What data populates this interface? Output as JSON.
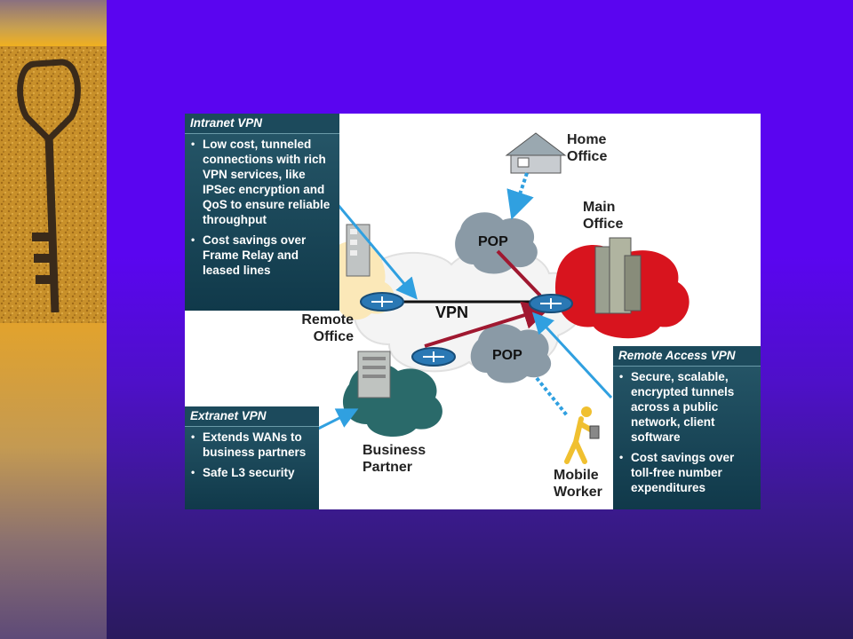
{
  "diagram": {
    "intranet": {
      "title": "Intranet VPN",
      "bullets": [
        "Low cost, tunneled connections with rich VPN services, like IPSec encryption and QoS to ensure reliable throughput",
        "Cost savings over Frame Relay and leased lines"
      ]
    },
    "extranet": {
      "title": "Extranet VPN",
      "bullets": [
        "Extends WANs to business partners",
        "Safe L3 security"
      ]
    },
    "remote_access": {
      "title": "Remote Access VPN",
      "bullets": [
        "Secure, scalable, encrypted tunnels across a public network, client software",
        "Cost savings over toll-free number expenditures"
      ]
    },
    "labels": {
      "home_office": "Home Office",
      "main_office": "Main Office",
      "remote_office": "Remote Office",
      "business_partner": "Business Partner",
      "mobile_worker": "Mobile Worker",
      "vpn": "VPN",
      "pop_top": "POP",
      "pop_bottom": "POP"
    }
  },
  "colors": {
    "background": "#5a05f0",
    "panel": "#1c4a5c",
    "cloud_red": "#d8141e",
    "cloud_teal": "#2a6a6a",
    "cloud_gray": "#8a9aa6",
    "router": "#2a78b4",
    "link_red": "#a01830",
    "arrow_blue": "#30a0e0"
  }
}
